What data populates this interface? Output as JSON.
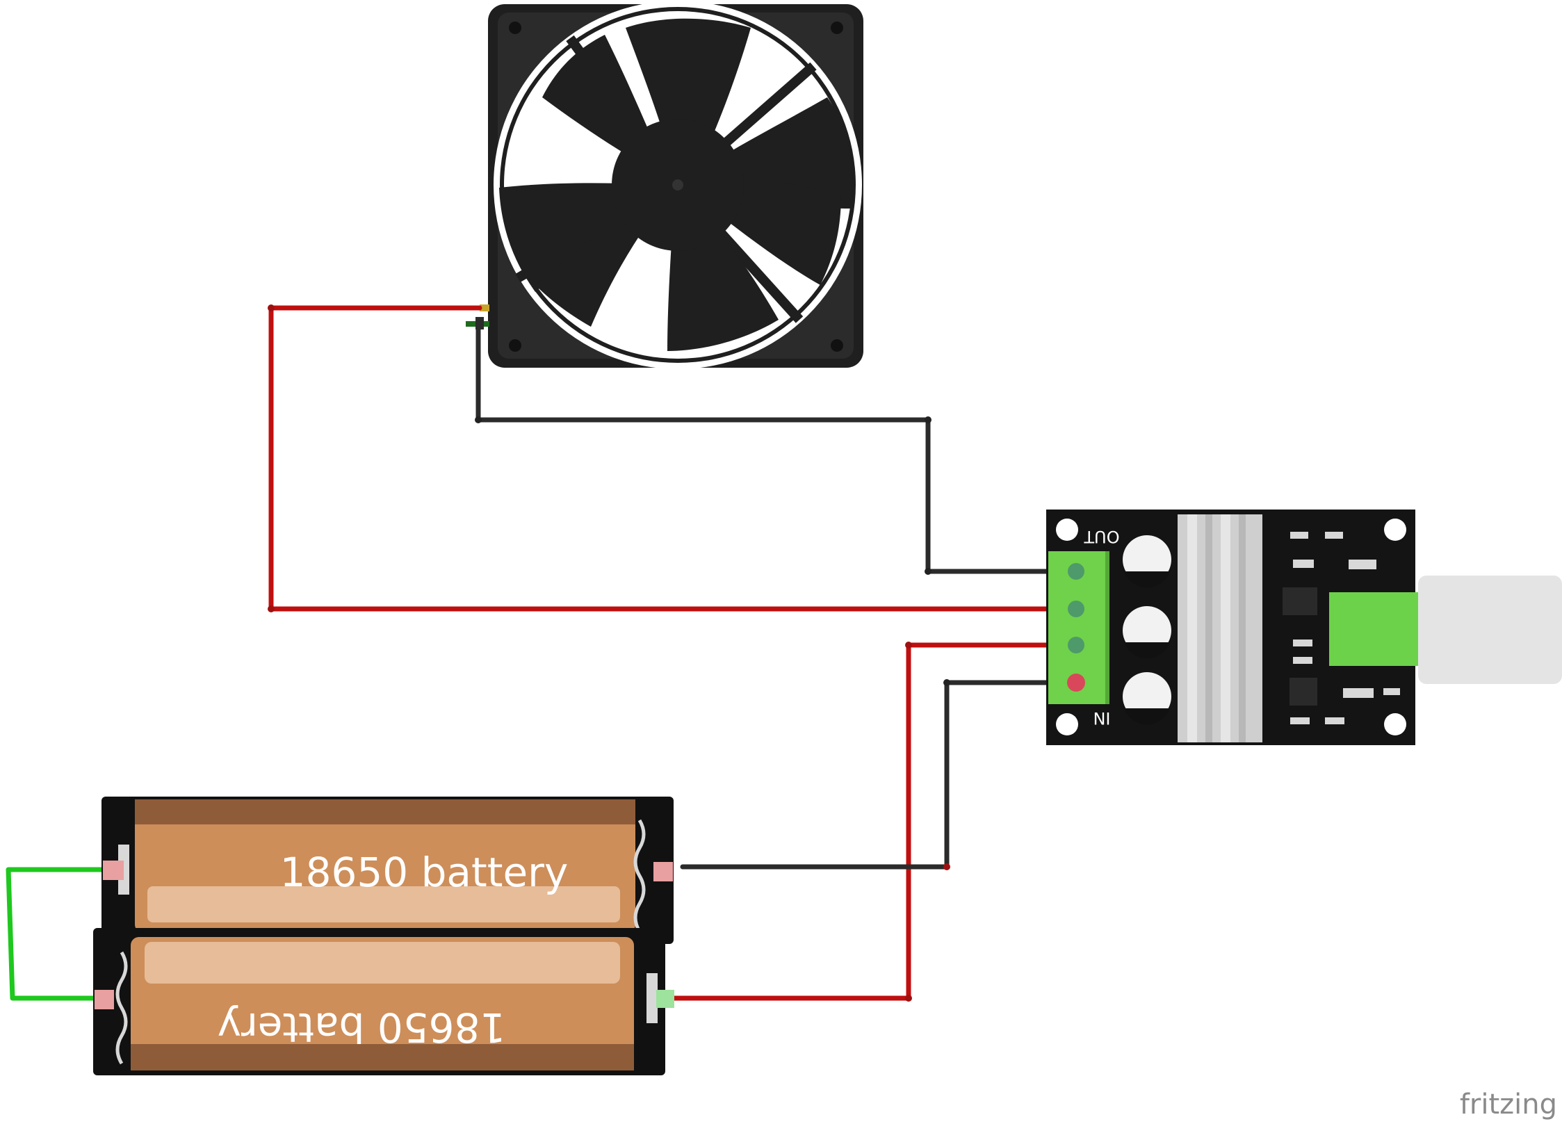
{
  "diagram": {
    "components": {
      "fan": {
        "name": "cooling fan"
      },
      "controller": {
        "name": "PWM motor speed controller",
        "out_label": "OUT",
        "in_label": "IN"
      },
      "battery_top": {
        "label": "18650 battery"
      },
      "battery_bottom": {
        "label": "18650 battery"
      }
    },
    "watermark": "fritzing"
  },
  "colors": {
    "wire_red": "#c00f0f",
    "wire_black": "#2b2b2b",
    "wire_green": "#1ec81e",
    "fan_body": "#1f1f1f",
    "board": "#141414",
    "terminal": "#6fd24a",
    "battery": "#cd8e5a",
    "knob_shaft": "#6cd24a",
    "knob_cap": "#e4e4e4"
  },
  "icons": [
    "fan-icon",
    "battery-icon",
    "pcb-icon",
    "potentiometer-icon"
  ]
}
